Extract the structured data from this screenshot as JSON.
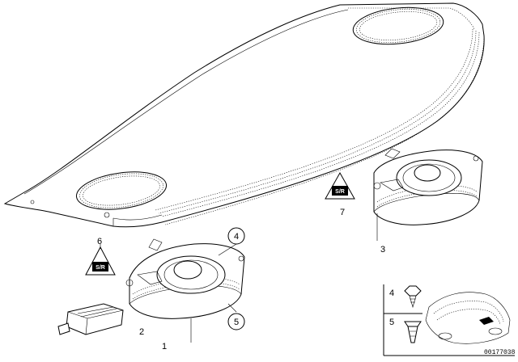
{
  "callouts": {
    "part_1": "1",
    "part_2": "2",
    "part_3": "3",
    "part_4": "4",
    "part_5": "5",
    "part_6": "6",
    "part_7": "7"
  },
  "inset": {
    "row_4": "4",
    "row_5": "5"
  },
  "doc_id": "00177038"
}
